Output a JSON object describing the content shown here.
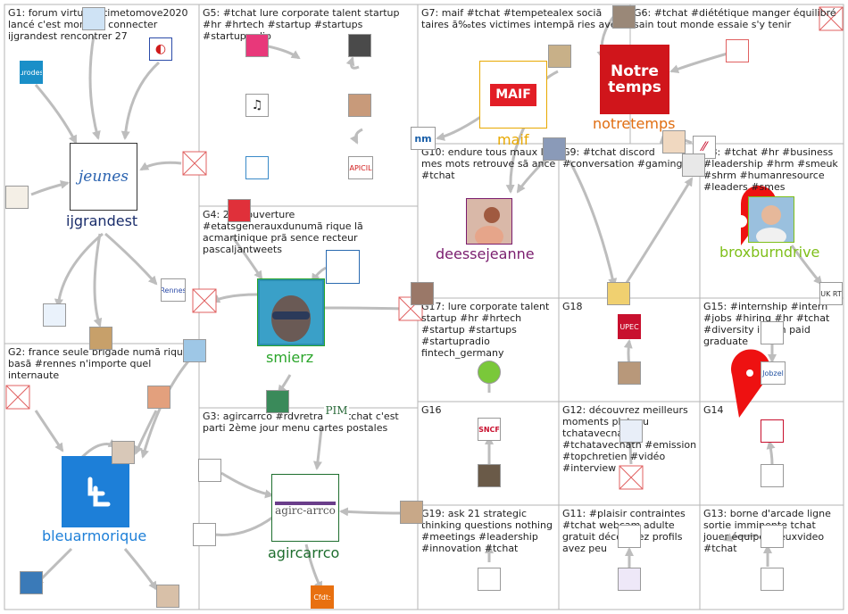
{
  "groups": {
    "g1": {
      "label": "G1: forum virtuel #timetomove2020 lancé c'est moment connecter ijgrandest rencontrer 27"
    },
    "g2": {
      "label": "G2: france seule brigade numã rique basã #rennes n'importe quel internaute"
    },
    "g3": {
      "label": "G3: agircarrco #rdvretraite #tchat c'est parti 2ème jour menu cartes postales"
    },
    "g4": {
      "label": "G4: 2h #ouverture #etatsgenerauxdunumã rique lã acmartinique prã sence recteur pascaljantweets"
    },
    "g5": {
      "label": "G5: #tchat lure corporate talent startup #hr #hrtech #startup #startups #startupradio"
    },
    "g6": {
      "label": "G6: #tchat #diététique manger équilibré sain tout monde essaie s'y tenir"
    },
    "g7": {
      "label": "G7: maif #tchat #tempetealex sociã taires ã‰tes victimes intempã ries avez"
    },
    "g8": {
      "label": "G8: #tchat #hr #business #leadership #hrm #smeuk #shrm #humanresource #leaders #smes"
    },
    "g9": {
      "label": "G9: #tchat discord #conversation #gaming"
    },
    "g10": {
      "label": "G10: endure tous maux lire mes mots retrouve sã ance #tchat"
    },
    "g11": {
      "label": "G11: #plaisir contraintes #tchat webcam adulte gratuit découvrez profils avez peu"
    },
    "g12": {
      "label": "G12: découvrez meilleurs moments plateau tchatavecnath #tchatavecnath #emission #topchretien #vidéo #interview"
    },
    "g13": {
      "label": "G13: borne d'arcade ligne sortie imminente tchat jouer équipe #jeuxvideo #tchat"
    },
    "g14": {
      "label": "G14"
    },
    "g15": {
      "label": "G15: #internship #intern #jobs #hiring #hr #tchat #diversity intern paid graduate"
    },
    "g16": {
      "label": "G16"
    },
    "g17": {
      "label": "G17: lure corporate talent startup #hr #hrtech #startup #startups #startupradio fintech_germany"
    },
    "g18": {
      "label": "G18"
    },
    "g19": {
      "label": "G19: ask 21 strategic thinking questions nothing #meetings #leadership #innovation #tchat"
    }
  },
  "hubs": {
    "ijgrandest": {
      "label": "ijgrandest",
      "logo": "jeunes",
      "color": "#1a2d6b"
    },
    "bleuarmorique": {
      "label": "bleuarmorique",
      "logo": "",
      "color": "#1d7fd8"
    },
    "agircarrco": {
      "label": "agircarrco",
      "logo": "agirc-arrco",
      "color": "#1e6e2e"
    },
    "smierz": {
      "label": "smierz",
      "logo": "",
      "color": "#2aa52a"
    },
    "maif": {
      "label": "maif",
      "logo": "MAIF",
      "color": "#e8a800"
    },
    "notretemps": {
      "label": "notretemps",
      "logo": "Notre temps",
      "color": "#e06d10"
    },
    "deessejeanne": {
      "label": "deessejeanne",
      "logo": "",
      "color": "#7a1d6e"
    },
    "broxburndrive": {
      "label": "broxburndrive",
      "logo": "",
      "color": "#7fbf1a"
    }
  },
  "small_nodes": {
    "nm": "nm",
    "apicil": "APICIL",
    "cfdt": "Cfdt:",
    "pim": "PIM",
    "sncf": "SNCF",
    "upec": "UPEC",
    "jobzel": "Jobzel",
    "ukrt": "UK RT",
    "eurodesk": "eurodesk",
    "rennes": "Rennes"
  },
  "colors": {
    "box_border": "#b5b5b5",
    "edge": "#bdbdbd",
    "marker_red": "#ee1111"
  }
}
